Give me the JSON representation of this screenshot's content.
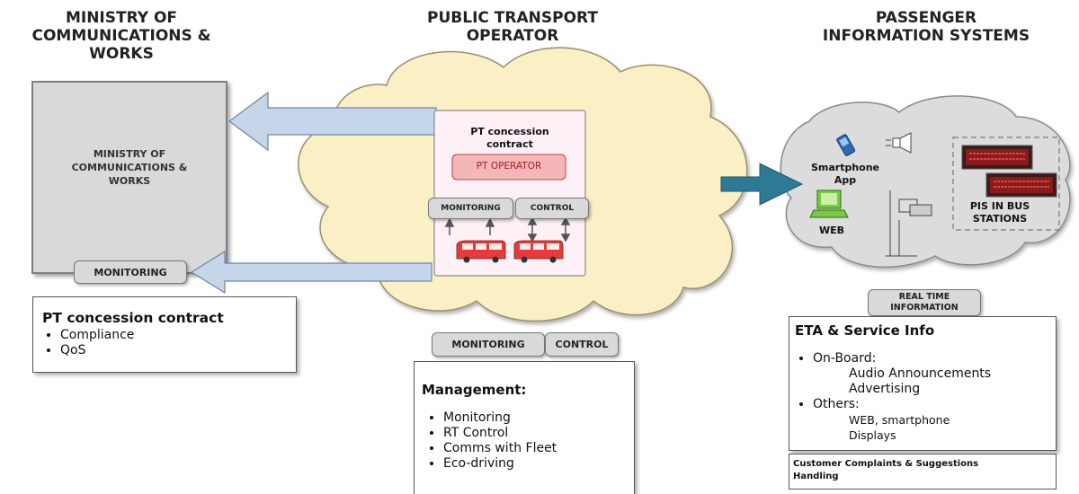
{
  "headers": {
    "ministry": "MINISTRY OF\nCOMMUNICATIONS &\nWORKS",
    "operator": "PUBLIC TRANSPORT\nOPERATOR",
    "pis": "PASSENGER\nINFORMATION SYSTEMS"
  },
  "ministry_box": {
    "label": "MINISTRY OF\nCOMMUNICATIONS &\nWORKS"
  },
  "left_monitoring": "MONITORING",
  "contract_box": {
    "title": "PT concession contract",
    "items": [
      "Compliance",
      "QoS"
    ]
  },
  "operator_panel": {
    "title": "PT concession\ncontract",
    "operator_label": "PT OPERATOR",
    "monitoring": "MONITORING",
    "control": "CONTROL"
  },
  "bottom_center": {
    "monitoring": "MONITORING",
    "control": "CONTROL"
  },
  "management_box": {
    "title": "Management:",
    "items": [
      "Monitoring",
      "RT Control",
      "Comms with Fleet",
      "Eco-driving"
    ]
  },
  "pis_cloud": {
    "smartphone": "Smartphone\nApp",
    "web": "WEB",
    "bus_stations": "PIS IN BUS\nSTATIONS"
  },
  "real_time": "REAL TIME\nINFORMATION",
  "eta_box": {
    "title": "ETA & Service Info",
    "onboard_label": "On-Board:",
    "onboard_items": [
      "Audio Announcements",
      "Advertising"
    ],
    "others_label": "Others:",
    "others_items": [
      "WEB, smartphone",
      "Displays"
    ]
  },
  "complaints": "Customer Complaints & Suggestions\nHandling",
  "colors": {
    "cloud_center": "#fbefc5",
    "cloud_right": "#dcdcdc",
    "arrow_light": "#c5d6ea",
    "arrow_dark": "#2e7a94",
    "operator_red": "#f4b6b6",
    "bus_red": "#e53b3b"
  }
}
